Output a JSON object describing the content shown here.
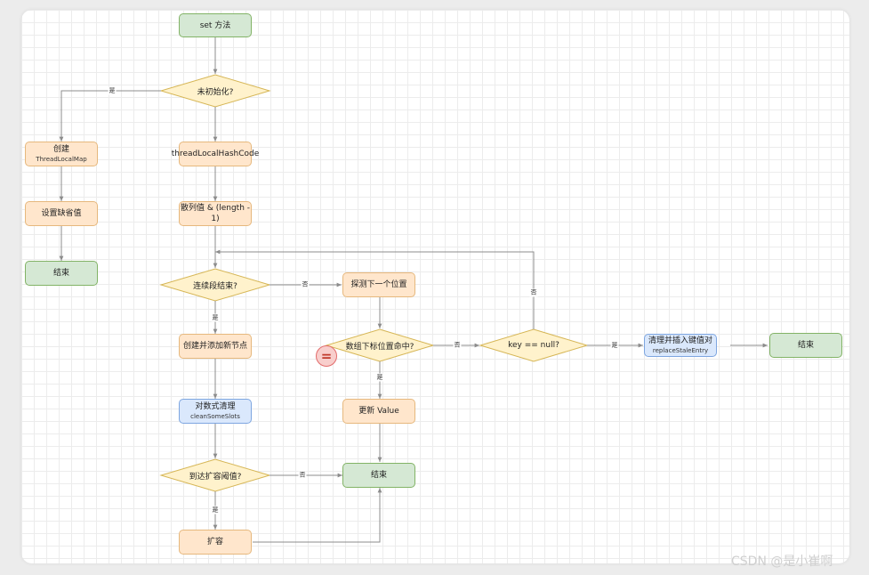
{
  "nodes": {
    "set_method": "set 方法",
    "not_initialized": "未初始化?",
    "create_map": {
      "title": "创建",
      "sub": "ThreadLocalMap"
    },
    "set_default": "设置缺省值",
    "end_left": "结束",
    "hash_code": "threadLocalHashCode",
    "hash_value": "散列值 & (length - 1)",
    "segment_end": "连续段结束?",
    "probe_next": "探测下一个位置",
    "index_hit": "数组下标位置命中?",
    "key_null": "key == null?",
    "replace_entry": {
      "title": "清理并插入键值对",
      "sub": "replaceStaleEntry"
    },
    "end_right": "结束",
    "create_node": "创建并添加新节点",
    "update_value": "更新 Value",
    "clean_slots": {
      "title": "对数式清理",
      "sub": "cleanSomeSlots"
    },
    "threshold": "到达扩容阈值?",
    "end_middle": "结束",
    "expand": "扩容"
  },
  "edge_labels": {
    "init_yes": "是",
    "segment_no": "否",
    "segment_yes": "是",
    "hit_no": "否",
    "null_yes": "是",
    "null_no": "否",
    "hit_yes": "是",
    "threshold_no": "否",
    "threshold_yes": "是"
  },
  "equals_badge": "=",
  "watermark": "CSDN @是小崔啊",
  "colors": {
    "green_fill": "#d5e8d4",
    "green_stroke": "#82b366",
    "orange_fill": "#ffe6cc",
    "orange_stroke": "#e6b87d",
    "blue_fill": "#dae8fc",
    "blue_stroke": "#7ea6e0",
    "diamond_fill": "#fff2cc",
    "diamond_stroke": "#d6b656",
    "edge": "#8c8c8c"
  }
}
